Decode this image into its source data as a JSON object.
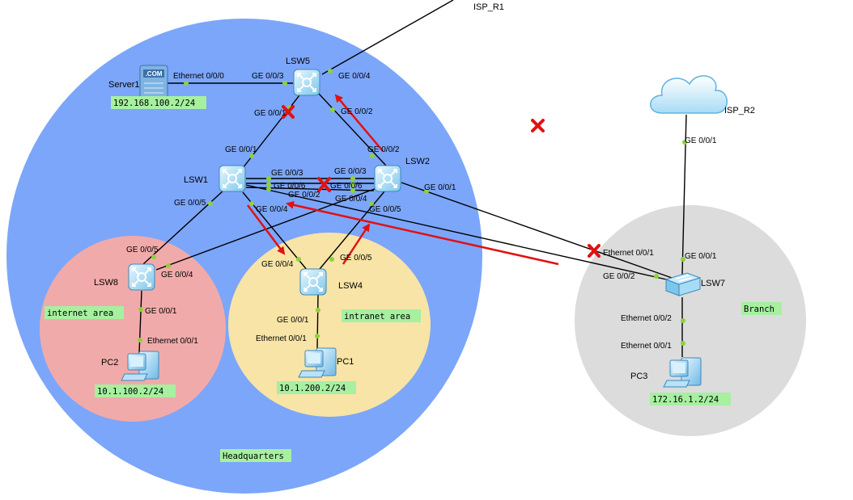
{
  "colors": {
    "headquarters": "#7ca6fa",
    "internet_area": "#f1aaaa",
    "intranet_area": "#f7e4a6",
    "branch": "#dcdcdc",
    "tag": "#a6f0a0",
    "link": "#000000",
    "port_dot": "#8cd23c",
    "arrow": "#e31010",
    "cross": "#e31010"
  },
  "areas": {
    "headquarters": "Headquarters",
    "internet": "internet area",
    "intranet": "intranet area",
    "branch": "Branch"
  },
  "devices": {
    "lsw1": "LSW1",
    "lsw2": "LSW2",
    "lsw4": "LSW4",
    "lsw5": "LSW5",
    "lsw7": "LSW7",
    "lsw8": "LSW8",
    "server1": "Server1",
    "pc1": "PC1",
    "pc2": "PC2",
    "pc3": "PC3",
    "isp_r1": "ISP_R1",
    "isp_r2": "ISP_R2"
  },
  "addresses": {
    "server1": "192.168.100.2/24",
    "pc1": "10.1.200.2/24",
    "pc2": "10.1.100.2/24",
    "pc3": "172.16.1.2/24"
  },
  "server_badge": ".COM",
  "ports": {
    "server1_eth": "Ethernet 0/0/0",
    "lsw5_g3": "GE 0/0/3",
    "lsw5_g4": "GE 0/0/4",
    "lsw5_g1": "GE 0/0/1",
    "lsw5_g2": "GE 0/0/2",
    "lsw1_g1": "GE 0/0/1",
    "lsw1_g3": "GE 0/0/3",
    "lsw1_g6": "GE 0/0/6",
    "lsw1_g2": "GE 0/0/2",
    "lsw1_g5": "GE 0/0/5",
    "lsw1_g4": "GE 0/0/4",
    "lsw2_g2": "GE 0/0/2",
    "lsw2_g3": "GE 0/0/3",
    "lsw2_g6": "GE 0/0/6",
    "lsw2_g4": "GE 0/0/4",
    "lsw2_g1": "GE 0/0/1",
    "lsw2_g5": "GE 0/0/5",
    "lsw8_g5": "GE 0/0/5",
    "lsw8_g4": "GE 0/0/4",
    "lsw8_g1": "GE 0/0/1",
    "pc2_eth": "Ethernet 0/0/1",
    "lsw4_g4": "GE 0/0/4",
    "lsw4_g5": "GE 0/0/5",
    "lsw4_g1": "GE 0/0/1",
    "pc1_eth": "Ethernet 0/0/1",
    "ispr2_g1": "GE 0/0/1",
    "lsw7_e1": "Ethernet 0/0/1",
    "lsw7_g1": "GE 0/0/1",
    "lsw7_g2": "GE 0/0/2",
    "lsw7_e2": "Ethernet 0/0/2",
    "pc3_eth": "Ethernet 0/0/1"
  }
}
